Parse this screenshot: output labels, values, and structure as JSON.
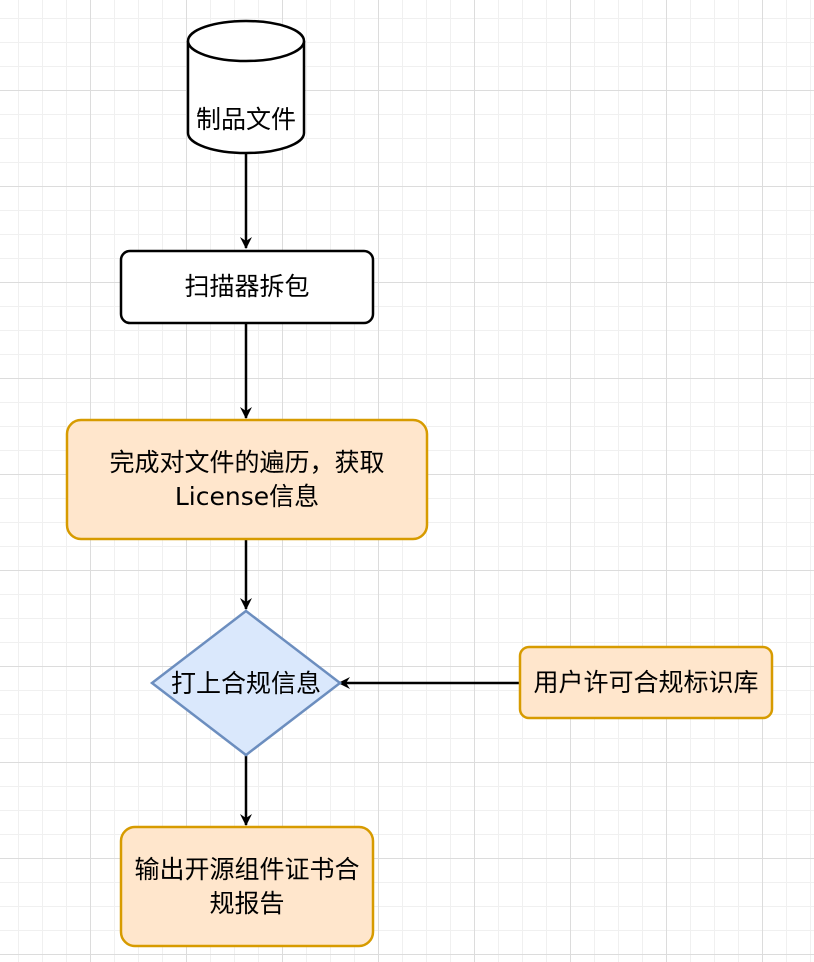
{
  "colors": {
    "line": "#000000",
    "default_fill": "#ffffff",
    "orange_fill": "#ffe6cc",
    "orange_stroke": "#d79b00",
    "blue_fill": "#dae8fc",
    "blue_stroke": "#6c8ebf"
  },
  "nodes": {
    "artifact": {
      "label": "制品文件",
      "shape": "cylinder"
    },
    "unpack": {
      "label": "扫描器拆包",
      "shape": "rounded-rectangle"
    },
    "traverse": {
      "label": "完成对文件的遍历，获取License信息",
      "shape": "rounded-rectangle"
    },
    "tag": {
      "label": "打上合规信息",
      "shape": "diamond"
    },
    "license_db": {
      "label": "用户许可合规标识库",
      "shape": "rounded-rectangle"
    },
    "report": {
      "label": "输出开源组件证书合规报告",
      "shape": "rounded-rectangle"
    }
  },
  "edges": [
    {
      "from": "artifact",
      "to": "unpack"
    },
    {
      "from": "unpack",
      "to": "traverse"
    },
    {
      "from": "traverse",
      "to": "tag"
    },
    {
      "from": "license_db",
      "to": "tag"
    },
    {
      "from": "tag",
      "to": "report"
    }
  ]
}
